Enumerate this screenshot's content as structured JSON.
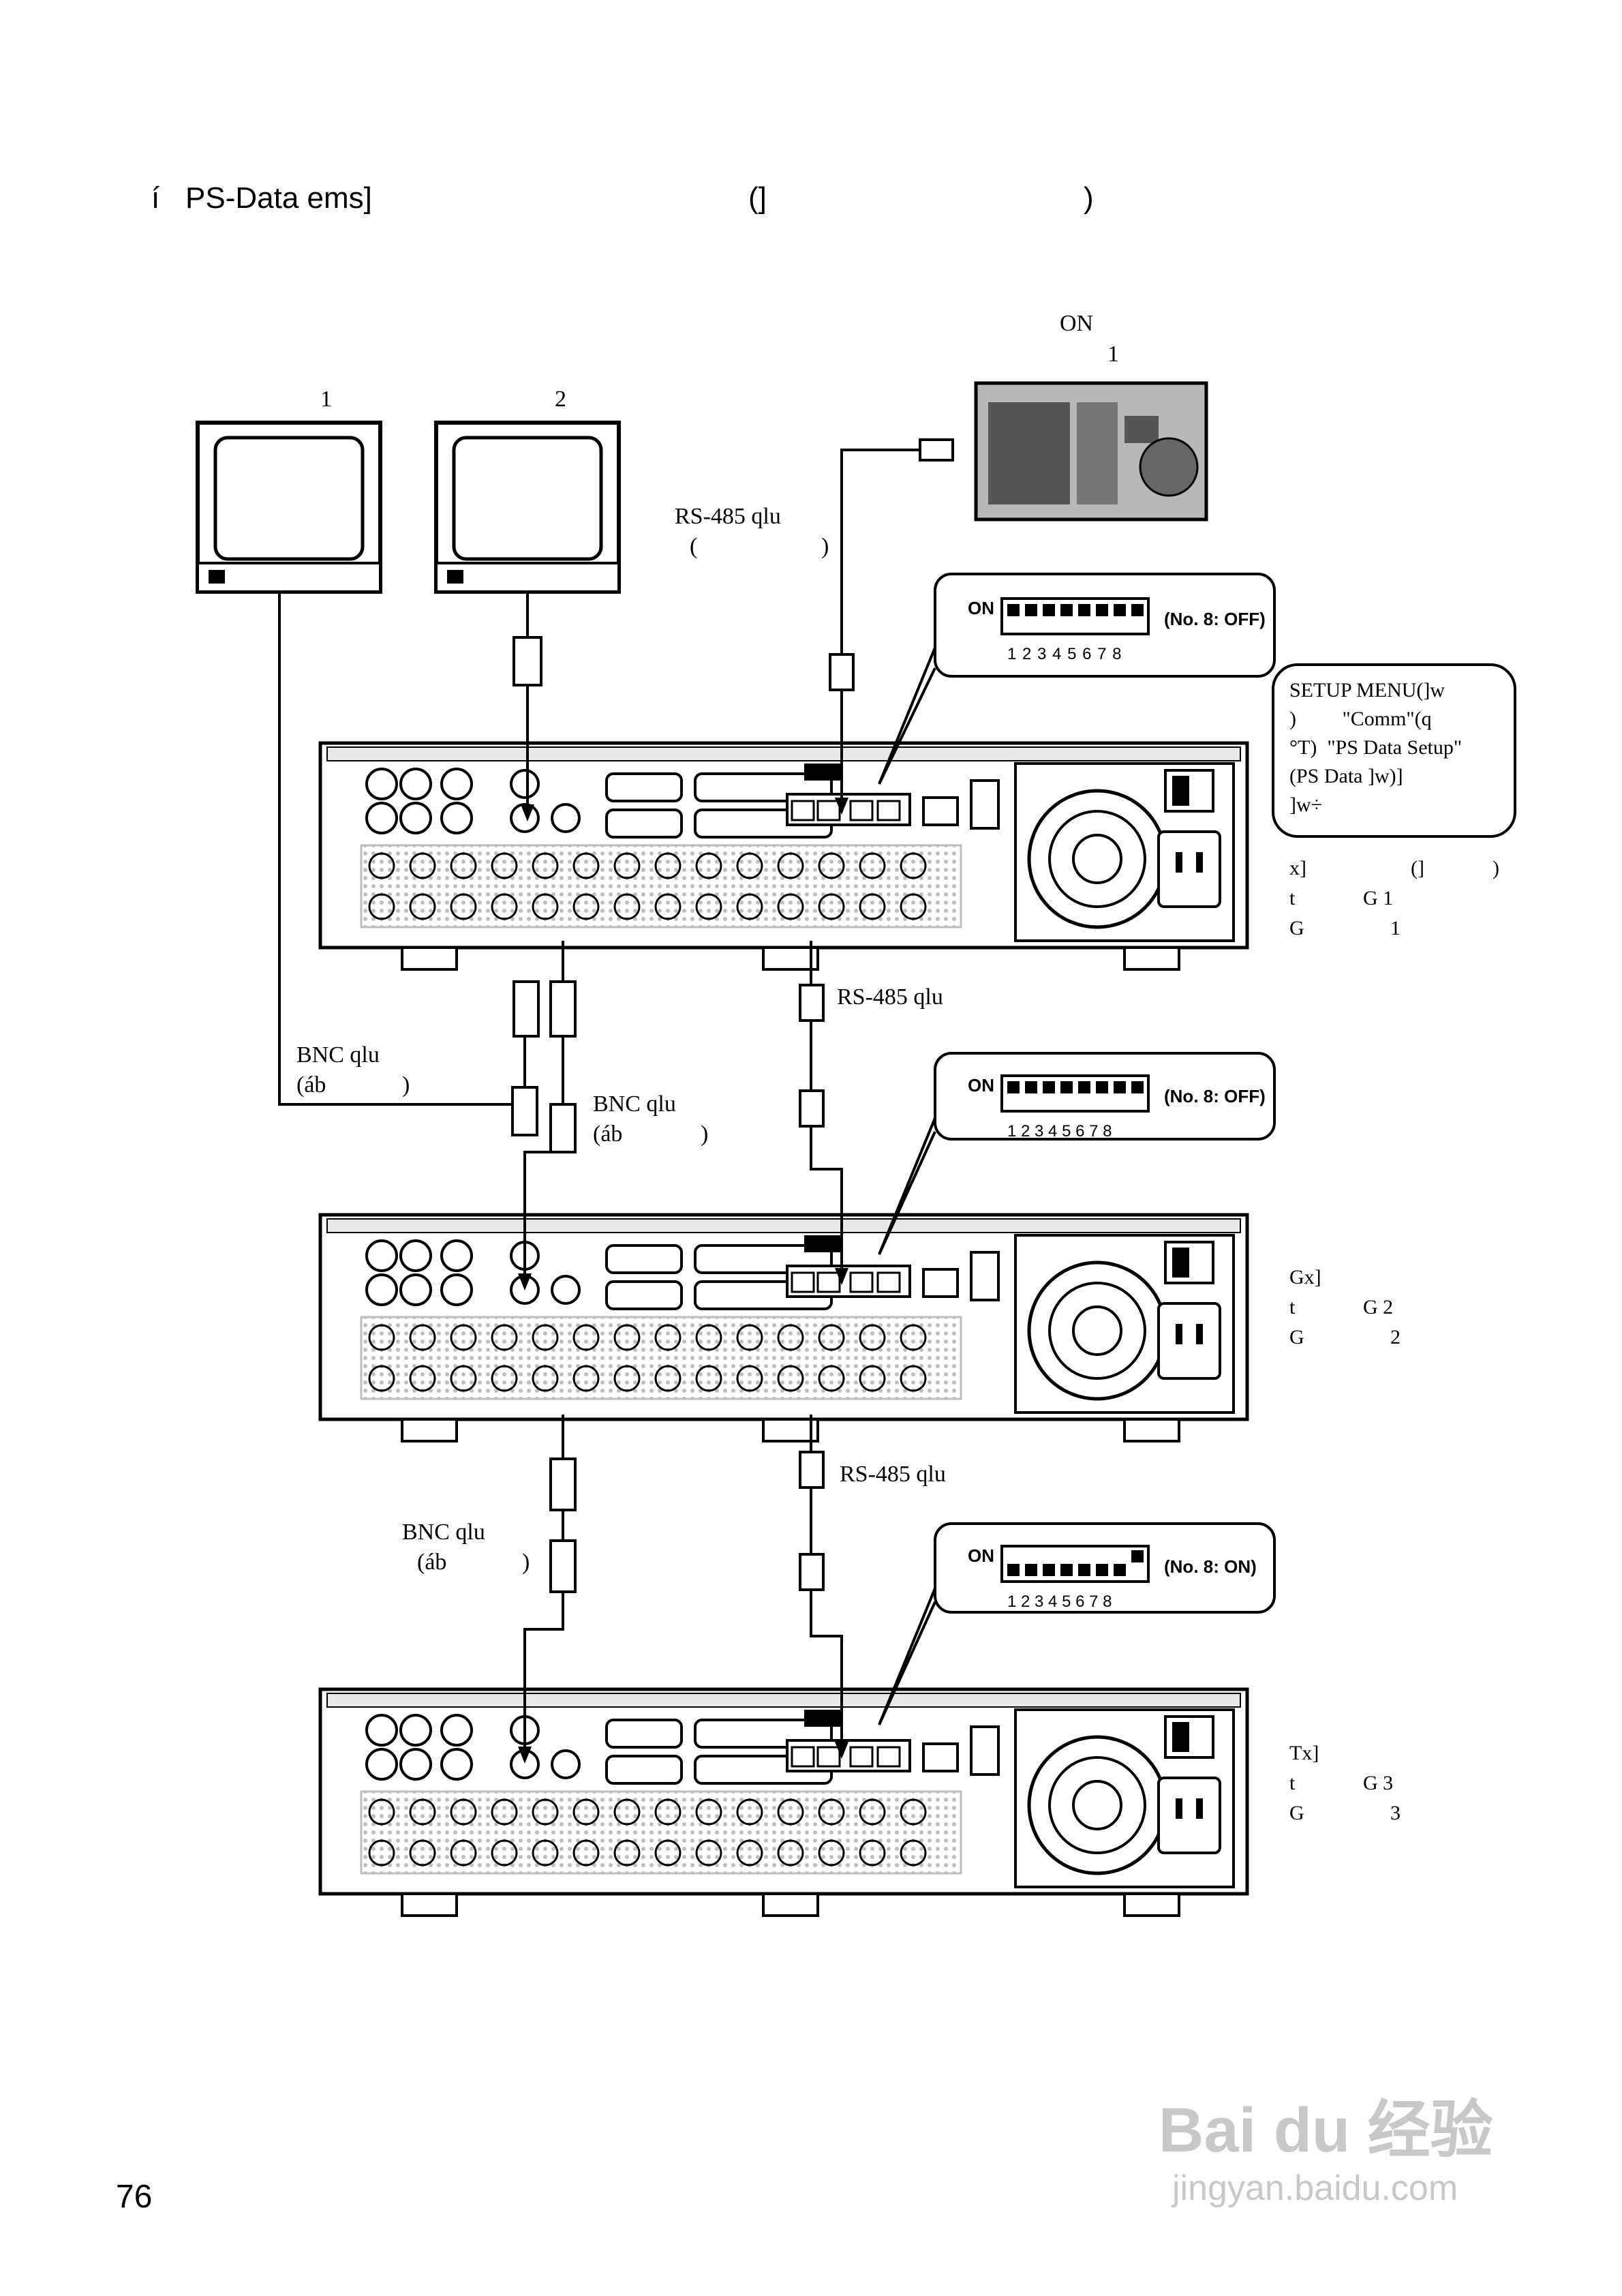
{
  "header": {
    "bullet": "í",
    "title": "PS-Data ems]",
    "bracket_open": "(]",
    "bracket_close": ")"
  },
  "monitors": [
    {
      "label": "1"
    },
    {
      "label": "2"
    }
  ],
  "controller": {
    "line1": "",
    "line2_on": "ON",
    "line3_num": "1"
  },
  "cables": {
    "rs485_top": "RS-485 qlu",
    "rs485_top_paren_open": "(",
    "rs485_top_paren_close": ")",
    "rs485_mid": "RS-485 qlu",
    "rs485_low": "RS-485 qlu",
    "bnc_left": "BNC qlu",
    "bnc_left_paren": "(áb",
    "bnc_left_close": ")",
    "bnc_mid": "BNC qlu",
    "bnc_mid_paren": "(áb",
    "bnc_mid_close": ")",
    "bnc_low": "BNC qlu",
    "bnc_low_paren": "(áb",
    "bnc_low_close": ")"
  },
  "dip_switches": [
    {
      "numbers": "1 2 3 4 5 6 7 8",
      "on_label": "ON",
      "state": "(No. 8: OFF)"
    },
    {
      "numbers": "1 2 3 4 5 6 7 8",
      "on_label": "ON",
      "state": "(No. 8: OFF)"
    },
    {
      "numbers": "1 2 3 4 5 6 7 8",
      "on_label": "ON",
      "state": "(No. 8: ON)"
    }
  ],
  "setup_note": {
    "line1": "SETUP MENU(]w",
    "line2": ")         \"Comm\"(q",
    "line3": "°T)  \"PS Data Setup\"",
    "line4": "(PS Data ]w)]",
    "line5": "]w÷"
  },
  "units": [
    {
      "l1": "x]",
      "l1b": "(]",
      "l1c": ")",
      "l2": "t",
      "l2b": "G 1",
      "l3": "G",
      "l3b": "1"
    },
    {
      "l1": "Gx]",
      "l2": "t",
      "l2b": "G 2",
      "l3": "G",
      "l3b": "2"
    },
    {
      "l1": "Tx]",
      "l2": "t",
      "l2b": "G 3",
      "l3": "G",
      "l3b": "3"
    }
  ],
  "page_number": "76",
  "watermark": {
    "brand": "Bai du 经验",
    "url": "jingyan.baidu.com"
  }
}
